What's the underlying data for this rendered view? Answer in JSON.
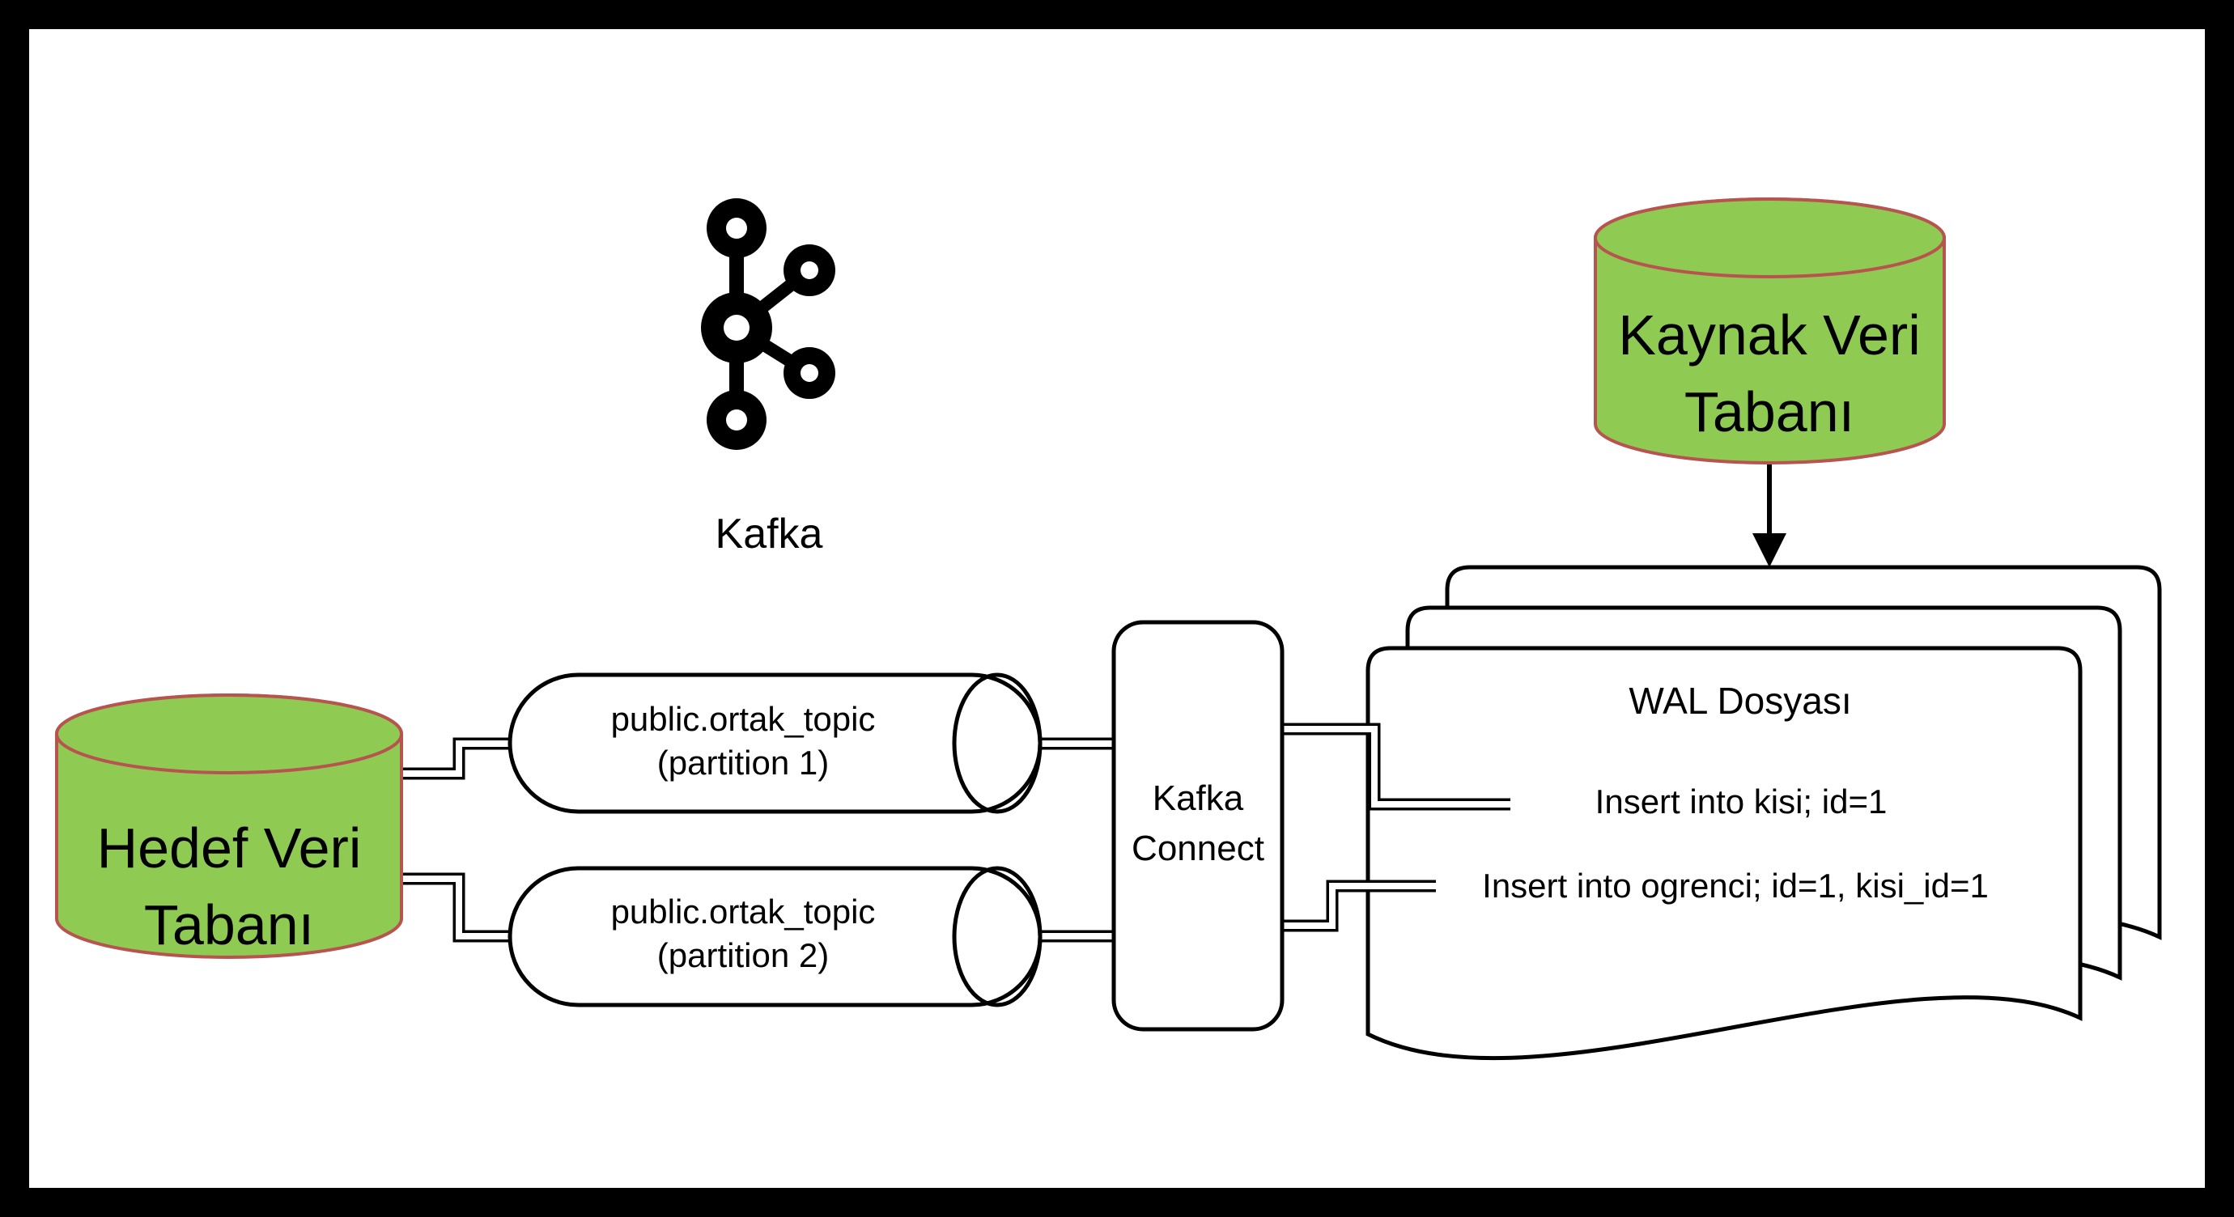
{
  "diagram": {
    "kafka": {
      "label": "Kafka"
    },
    "source_db": {
      "line1": "Kaynak Veri",
      "line2": "Tabanı"
    },
    "target_db": {
      "line1": "Hedef Veri",
      "line2": "Tabanı"
    },
    "kafka_connect": {
      "line1": "Kafka",
      "line2": "Connect"
    },
    "topics": [
      {
        "line1": "public.ortak_topic",
        "line2": "(partition 1)"
      },
      {
        "line1": "public.ortak_topic",
        "line2": "(partition 2)"
      }
    ],
    "wal": {
      "title": "WAL Dosyası",
      "entries": [
        "Insert into kisi; id=1",
        "Insert into ogrenci; id=1, kisi_id=1"
      ]
    },
    "colors": {
      "db_fill": "#8fcb53",
      "db_stroke": "#b85450",
      "line": "#000000",
      "shape_fill": "#ffffff",
      "background": "#ffffff",
      "frame": "#000000"
    }
  }
}
